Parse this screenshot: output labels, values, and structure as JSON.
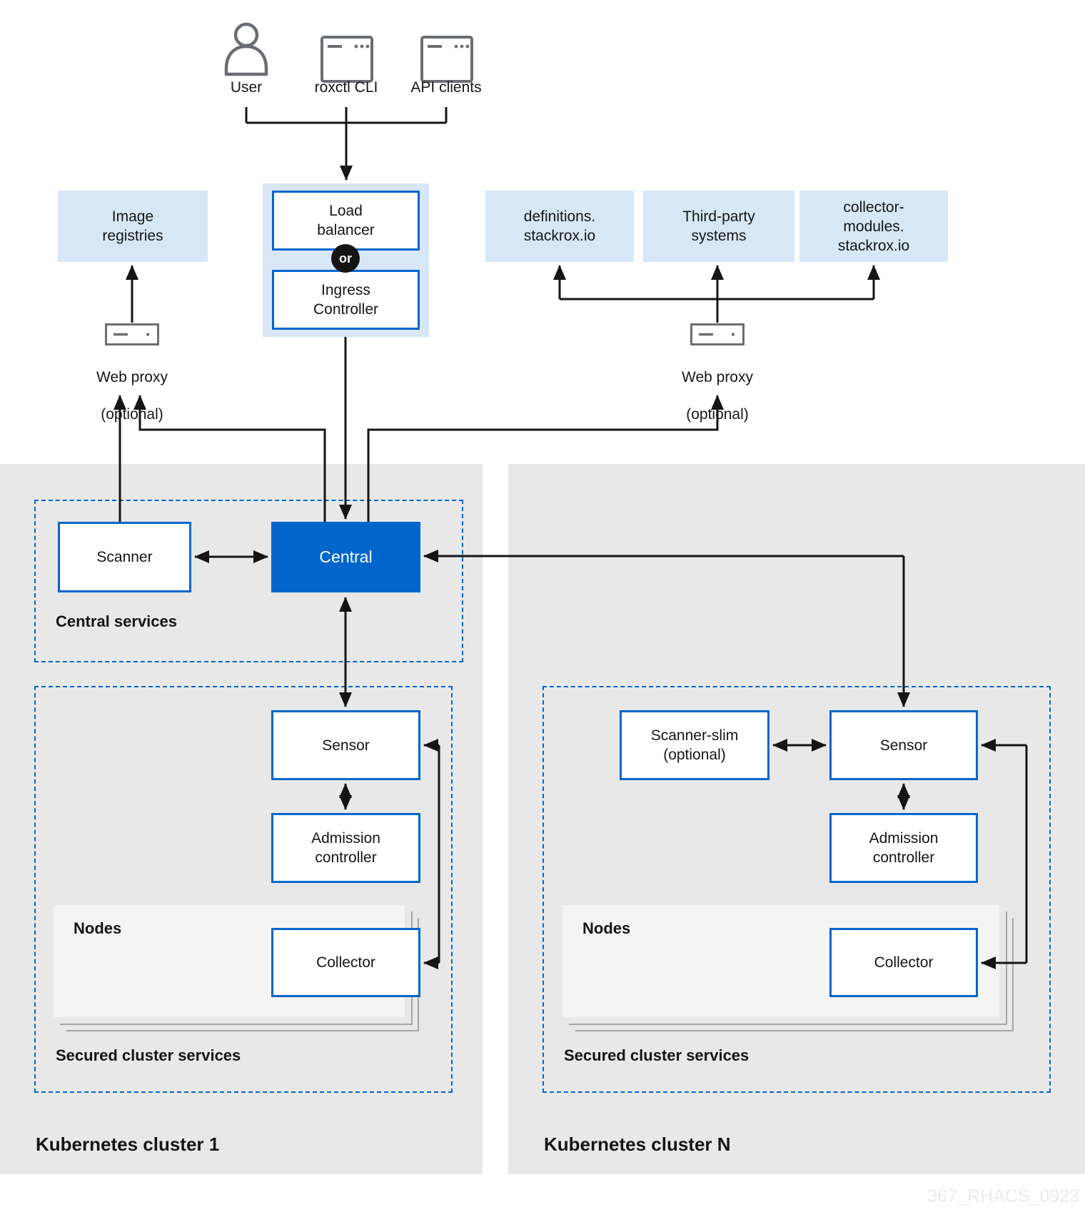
{
  "colors": {
    "accent_blue": "#0066cc",
    "light_blue": "#d7e7f6",
    "panel_gray": "#e8e8e8",
    "nodes_gray": "#f4f4f4",
    "line_black": "#151515",
    "icon_gray": "#6a6e73"
  },
  "actors": {
    "user": {
      "label": "User"
    },
    "roxctl": {
      "label": "roxctl CLI"
    },
    "api_clients": {
      "label": "API clients"
    }
  },
  "entry": {
    "load_balancer": "Load\nbalancer",
    "or_badge": "or",
    "ingress_controller": "Ingress\nController"
  },
  "external": {
    "image_registries": "Image\nregistries",
    "definitions": "definitions.\nstackrox.io",
    "third_party": "Third-party\nsystems",
    "collector_modules": "collector-\nmodules.\nstackrox.io"
  },
  "proxies": {
    "left": {
      "label": "Web proxy",
      "note": "(optional)"
    },
    "right": {
      "label": "Web proxy",
      "note": "(optional)"
    }
  },
  "central_services": {
    "title": "Central services",
    "scanner": "Scanner",
    "central": "Central"
  },
  "cluster1": {
    "title": "Kubernetes cluster 1",
    "secured_title": "Secured cluster services",
    "sensor": "Sensor",
    "admission": "Admission\ncontroller",
    "nodes": "Nodes",
    "collector": "Collector"
  },
  "clusterN": {
    "title": "Kubernetes cluster N",
    "secured_title": "Secured cluster services",
    "scanner_slim": "Scanner-slim\n(optional)",
    "sensor": "Sensor",
    "admission": "Admission\ncontroller",
    "nodes": "Nodes",
    "collector": "Collector"
  },
  "watermark": "367_RHACS_0923"
}
